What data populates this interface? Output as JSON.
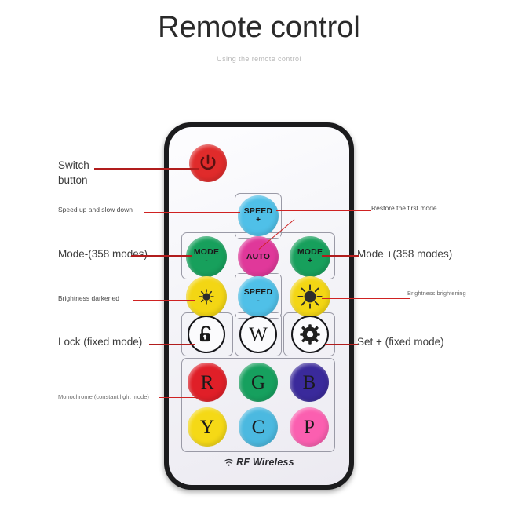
{
  "header": {
    "title": "Remote control",
    "subtitle": "Using the remote control"
  },
  "remote": {
    "footer_logo": "RF Wireless",
    "footer_icon": "wifi-signal-icon",
    "buttons": [
      {
        "id": "power",
        "name": "power-button",
        "label": "",
        "sign": "",
        "icon": "power-icon",
        "color": "#e02b2b"
      },
      {
        "id": "speed_plus",
        "name": "speed-up-button",
        "label": "SPEED",
        "sign": "+",
        "icon": "",
        "color": "#4fc0e8"
      },
      {
        "id": "mode_minus",
        "name": "mode-minus-button",
        "label": "MODE",
        "sign": "-",
        "icon": "",
        "color": "#17a05c"
      },
      {
        "id": "auto",
        "name": "auto-button",
        "label": "AUTO",
        "sign": "",
        "icon": "",
        "color": "#e0389a"
      },
      {
        "id": "mode_plus",
        "name": "mode-plus-button",
        "label": "MODE",
        "sign": "+",
        "icon": "",
        "color": "#17a05c"
      },
      {
        "id": "bright_down",
        "name": "brightness-down-button",
        "label": "",
        "sign": "",
        "icon": "small-sun-icon",
        "color": "#f3d614"
      },
      {
        "id": "speed_minus",
        "name": "speed-down-button",
        "label": "SPEED",
        "sign": "-",
        "icon": "",
        "color": "#4fc0e8"
      },
      {
        "id": "bright_up",
        "name": "brightness-up-button",
        "label": "",
        "sign": "",
        "icon": "big-sun-icon",
        "color": "#f3d614"
      },
      {
        "id": "lock",
        "name": "lock-button",
        "label": "",
        "sign": "",
        "icon": "unlock-icon",
        "color": "#fbfbfd"
      },
      {
        "id": "white",
        "name": "white-button",
        "label": "W",
        "sign": "",
        "icon": "",
        "color": "#fbfbfd"
      },
      {
        "id": "setting",
        "name": "settings-button",
        "label": "",
        "sign": "",
        "icon": "gear-icon",
        "color": "#fbfbfd"
      },
      {
        "id": "red",
        "name": "color-button-red",
        "label": "R",
        "sign": "",
        "icon": "",
        "color": "#e01f28"
      },
      {
        "id": "green",
        "name": "color-button-green",
        "label": "G",
        "sign": "",
        "icon": "",
        "color": "#16a05e"
      },
      {
        "id": "blue",
        "name": "color-button-blue",
        "label": "B",
        "sign": "",
        "icon": "",
        "color": "#3a2a9b"
      },
      {
        "id": "yellow",
        "name": "color-button-yellow",
        "label": "Y",
        "sign": "",
        "icon": "",
        "color": "#f5d916"
      },
      {
        "id": "cyan",
        "name": "color-button-cyan",
        "label": "C",
        "sign": "",
        "icon": "",
        "color": "#4bb9e0"
      },
      {
        "id": "pink",
        "name": "color-button-pink",
        "label": "P",
        "sign": "",
        "icon": "",
        "color": "#fb5fb0"
      }
    ]
  },
  "annotations": {
    "left": [
      {
        "id": "switch",
        "text_line1": "Switch",
        "text_line2": "button"
      },
      {
        "id": "speed",
        "text": "Speed up and slow down"
      },
      {
        "id": "mode_minus",
        "text": "Mode-(358 modes)"
      },
      {
        "id": "bright_down",
        "text": "Brightness darkened"
      },
      {
        "id": "lock",
        "text": "Lock (fixed mode)"
      },
      {
        "id": "monochrome",
        "text": "Monochrome (constant light mode)"
      }
    ],
    "right": [
      {
        "id": "restore",
        "text": "Restore the first mode"
      },
      {
        "id": "mode_plus",
        "text": "Mode +(358 modes)"
      },
      {
        "id": "bright_up",
        "text": "Brightness brightening"
      },
      {
        "id": "set_plus",
        "text": "Set + (fixed mode)"
      }
    ],
    "line_color": "#cf2222"
  }
}
